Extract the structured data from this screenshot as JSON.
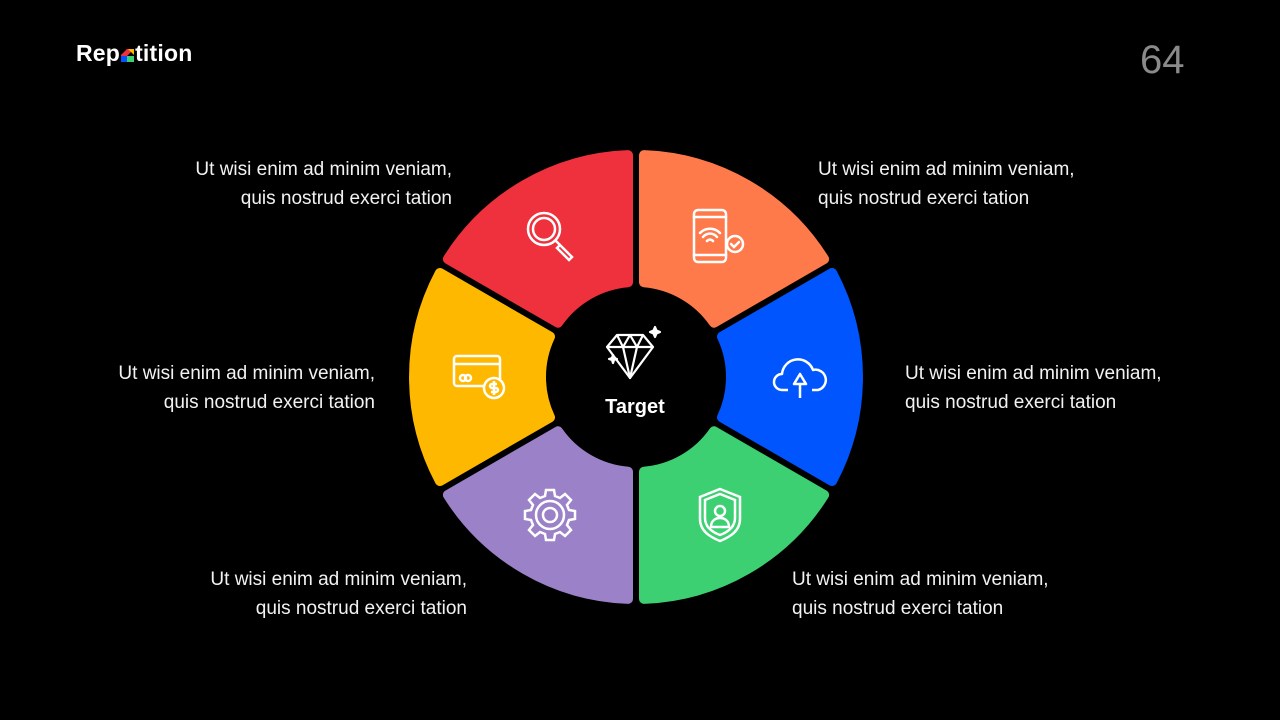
{
  "brand": {
    "logo_text_before": "Rep",
    "logo_text_after": "tition",
    "logo_full": "Repetition"
  },
  "page_number": "64",
  "center": {
    "label": "Target",
    "icon": "diamond-icon"
  },
  "segments": [
    {
      "color": "#EF313D",
      "icon": "magnifier-icon",
      "line1": "Ut wisi enim ad minim veniam,",
      "line2": "quis nostrud exerci tation"
    },
    {
      "color": "#FF7A4B",
      "icon": "smartphone-wifi-check-icon",
      "line1": "Ut wisi enim ad minim veniam,",
      "line2": "quis nostrud exerci tation"
    },
    {
      "color": "#0055FF",
      "icon": "cloud-upload-icon",
      "line1": "Ut wisi enim ad minim veniam,",
      "line2": "quis nostrud exerci tation"
    },
    {
      "color": "#3CD072",
      "icon": "shield-user-icon",
      "line1": "Ut wisi enim ad minim veniam,",
      "line2": "quis nostrud exerci tation"
    },
    {
      "color": "#9B82C8",
      "icon": "gear-icon",
      "line1": "Ut wisi enim ad minim veniam,",
      "line2": "quis nostrud exerci tation"
    },
    {
      "color": "#FFB800",
      "icon": "credit-card-dollar-icon",
      "line1": "Ut wisi enim ad minim veniam,",
      "line2": "quis nostrud exerci tation"
    }
  ]
}
